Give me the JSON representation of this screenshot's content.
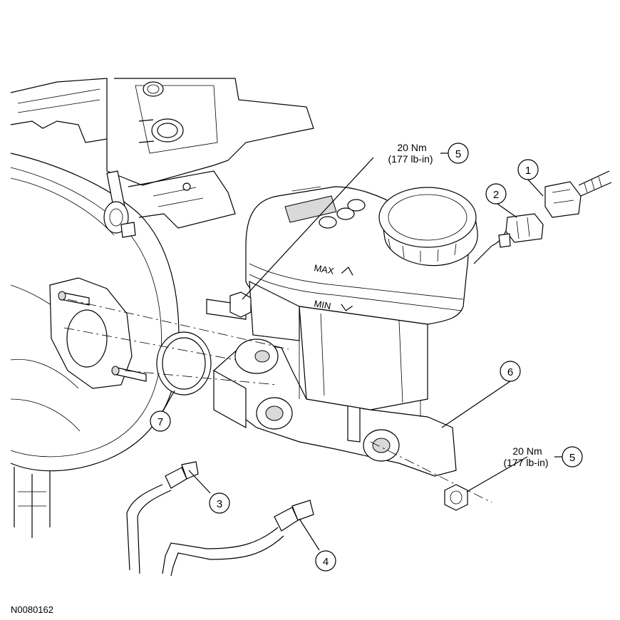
{
  "figure_id": "N0080162",
  "callouts": [
    {
      "number": "1"
    },
    {
      "number": "2"
    },
    {
      "number": "3"
    },
    {
      "number": "4"
    },
    {
      "number": "5",
      "torque_nm": "20 Nm",
      "torque_lbin": "(177 lb-in)"
    },
    {
      "number": "5",
      "torque_nm": "20 Nm",
      "torque_lbin": "(177 lb-in)"
    },
    {
      "number": "6"
    },
    {
      "number": "7"
    }
  ],
  "reservoir_markings": {
    "max": "MAX",
    "min": "MIN"
  }
}
